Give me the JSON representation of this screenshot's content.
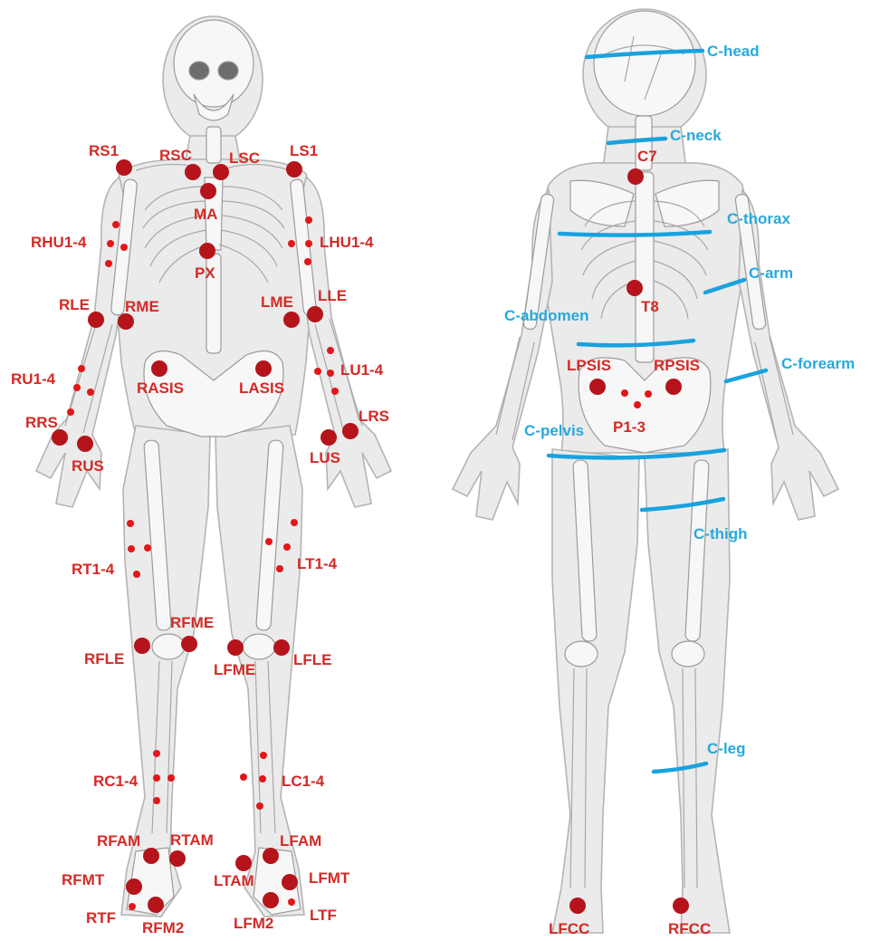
{
  "front": {
    "labels": {
      "rs1": "RS1",
      "rsc": "RSC",
      "lsc": "LSC",
      "ls1": "LS1",
      "ma": "MA",
      "px": "PX",
      "rhu": "RHU1-4",
      "lhu": "LHU1-4",
      "rle": "RLE",
      "rme": "RME",
      "lme": "LME",
      "lle": "LLE",
      "ru": "RU1-4",
      "lu": "LU1-4",
      "rasis": "RASIS",
      "lasis": "LASIS",
      "rrs": "RRS",
      "rus": "RUS",
      "lrs": "LRS",
      "lus": "LUS",
      "rt": "RT1-4",
      "lt": "LT1-4",
      "rfme": "RFME",
      "rfle": "RFLE",
      "lfme": "LFME",
      "lfle": "LFLE",
      "rc": "RC1-4",
      "lc": "LC1-4",
      "rfam": "RFAM",
      "rtam": "RTAM",
      "lfam": "LFAM",
      "ltam": "LTAM",
      "rfmt": "RFMT",
      "lfmt": "LFMT",
      "rtf": "RTF",
      "rfm2": "RFM2",
      "lfm2": "LFM2",
      "ltf": "LTF"
    }
  },
  "back": {
    "labels": {
      "c7": "C7",
      "t8": "T8",
      "lpsis": "LPSIS",
      "rpsis": "RPSIS",
      "p13": "P1-3",
      "lfcc": "LFCC",
      "rfcc": "RFCC"
    },
    "bands": {
      "head": "C-head",
      "neck": "C-neck",
      "thorax": "C-thorax",
      "arm": "C-arm",
      "abdomen": "C-abdomen",
      "forearm": "C-forearm",
      "pelvis": "C-pelvis",
      "thigh": "C-thigh",
      "leg": "C-leg"
    }
  },
  "colors": {
    "marker": "#b5141b",
    "marker_small": "#e3161a",
    "marker_label": "#d42a26",
    "band": "#19a2de",
    "band_label": "#27a9dc"
  }
}
